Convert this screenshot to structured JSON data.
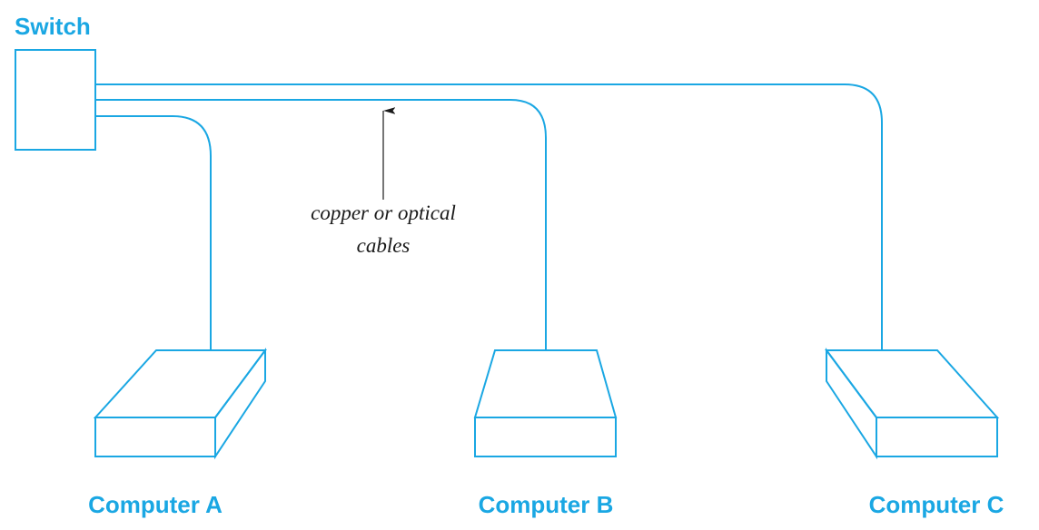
{
  "colors": {
    "accent": "#1aa7e3",
    "annotation": "#1a1a1a"
  },
  "switch": {
    "label": "Switch"
  },
  "annotation": {
    "line1": "copper or optical",
    "line2": "cables"
  },
  "computers": [
    {
      "label": "Computer A"
    },
    {
      "label": "Computer B"
    },
    {
      "label": "Computer C"
    }
  ]
}
